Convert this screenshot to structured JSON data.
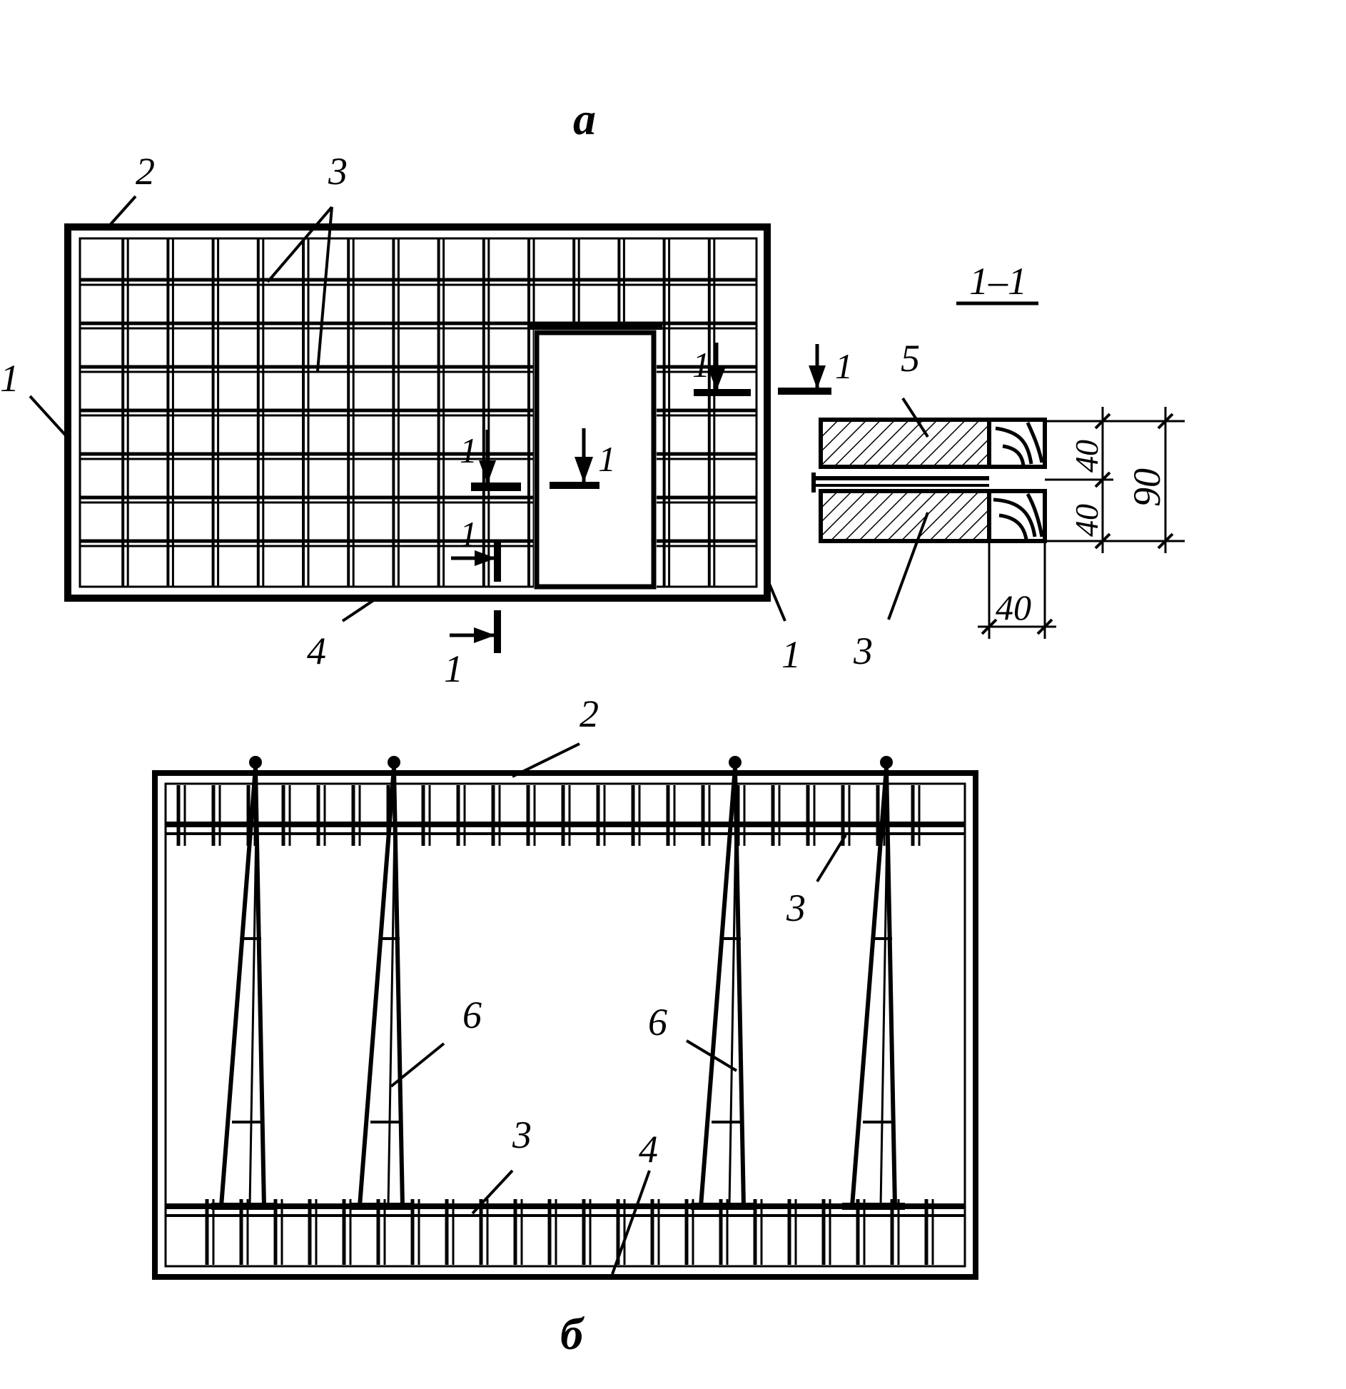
{
  "figure_a": {
    "label": "а",
    "callouts": {
      "c1_left": "1",
      "c2": "2",
      "c3": "3",
      "c4": "4",
      "c1_right": "1"
    },
    "section_marks": [
      "1",
      "1",
      "1",
      "1",
      "1",
      "1"
    ]
  },
  "section": {
    "title": "1–1",
    "callout_5": "5",
    "callout_3": "3",
    "dim_top": "40",
    "dim_bottom": "40",
    "dim_total": "90",
    "dim_width": "40"
  },
  "figure_b": {
    "label": "б",
    "callouts": {
      "c2": "2",
      "c3_right": "3",
      "c6_left": "6",
      "c6_right": "6",
      "c3_bottom": "3",
      "c4": "4"
    }
  }
}
